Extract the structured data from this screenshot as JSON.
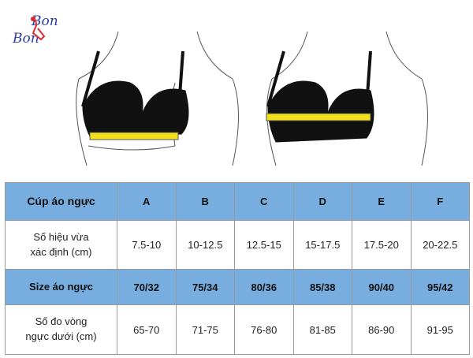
{
  "logo": {
    "text": "Bon Bon"
  },
  "colors": {
    "header_blue": "#78ade0",
    "tape_yellow": "#f3e01a",
    "bra_black": "#111111"
  },
  "table": {
    "rows": [
      {
        "label": "Cúp áo ngực",
        "values": [
          "A",
          "B",
          "C",
          "D",
          "E",
          "F"
        ],
        "highlight": true
      },
      {
        "label_line1": "Số hiệu vừa",
        "label_line2": "xác định (cm)",
        "values": [
          "7.5-10",
          "10-12.5",
          "12.5-15",
          "15-17.5",
          "17.5-20",
          "20-22.5"
        ],
        "highlight": false
      },
      {
        "label": "Size áo ngực",
        "values": [
          "70/32",
          "75/34",
          "80/36",
          "85/38",
          "90/40",
          "95/42"
        ],
        "highlight": true
      },
      {
        "label_line1": "Số đo vòng",
        "label_line2": "ngực dưới (cm)",
        "values": [
          "65-70",
          "71-75",
          "76-80",
          "81-85",
          "86-90",
          "91-95"
        ],
        "highlight": false
      }
    ]
  }
}
